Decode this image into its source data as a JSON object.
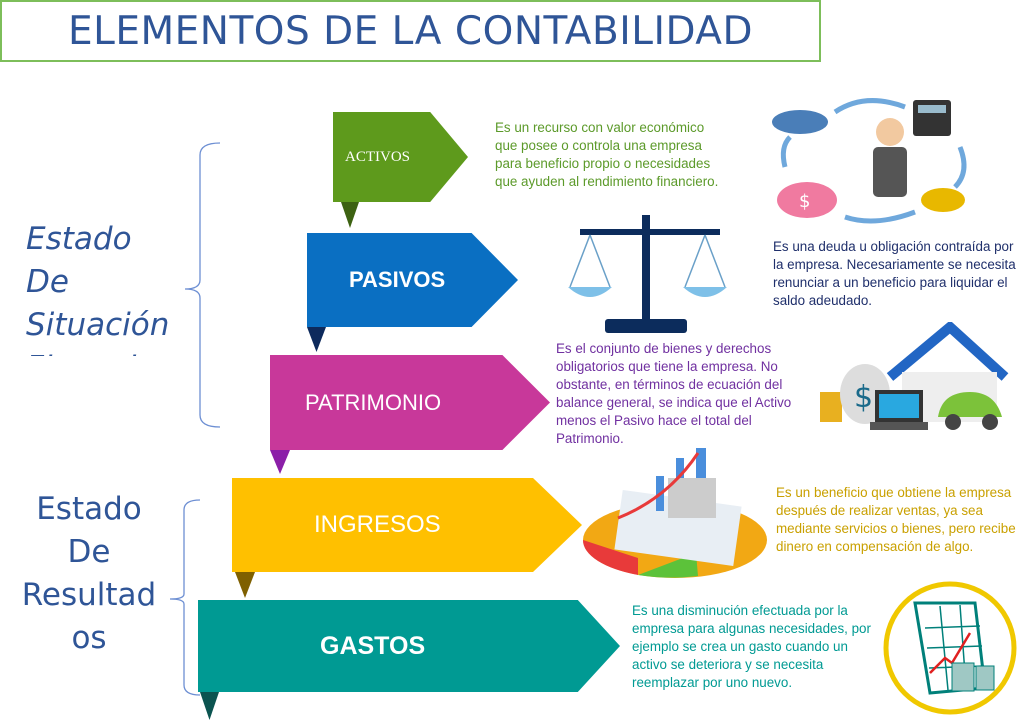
{
  "title": "ELEMENTOS DE LA CONTABILIDAD",
  "groups": {
    "situacion": "Estado De Situación Financiera",
    "situacion_lines": [
      "Estado",
      "De",
      "Situación",
      "Financiera"
    ],
    "resultados_lines": [
      "Estado",
      "De",
      "Resultad",
      "os"
    ]
  },
  "elements": [
    {
      "label": "ACTIVOS",
      "color": "#5E9A1C",
      "description": "Es un recurso con valor económico que posee o controla una empresa para beneficio propio o necesidades que ayuden al rendimiento financiero."
    },
    {
      "label": "PASIVOS",
      "color": "#0A6FC2",
      "description": "Es una deuda u obligación contraída por la empresa. Necesariamente se necesita renunciar a un beneficio para liquidar el saldo adeudado."
    },
    {
      "label": "PATRIMONIO",
      "color": "#C8389A",
      "description": "Es el conjunto de bienes y derechos obligatorios que tiene la empresa. No obstante, en términos de ecuación del balance general, se indica que el Activo menos el Pasivo hace el total del Patrimonio."
    },
    {
      "label": "INGRESOS",
      "color": "#FFC000",
      "description": "Es un beneficio que obtiene la empresa después de realizar ventas, ya sea mediante servicios o bienes, pero recibe dinero en compensación de algo."
    },
    {
      "label": "GASTOS",
      "color": "#009A93",
      "description": "Es una disminución efectuada por la empresa para algunas necesidades, por ejemplo se crea un gasto cuando un activo se deteriora y se necesita reemplazar por uno nuevo."
    }
  ]
}
